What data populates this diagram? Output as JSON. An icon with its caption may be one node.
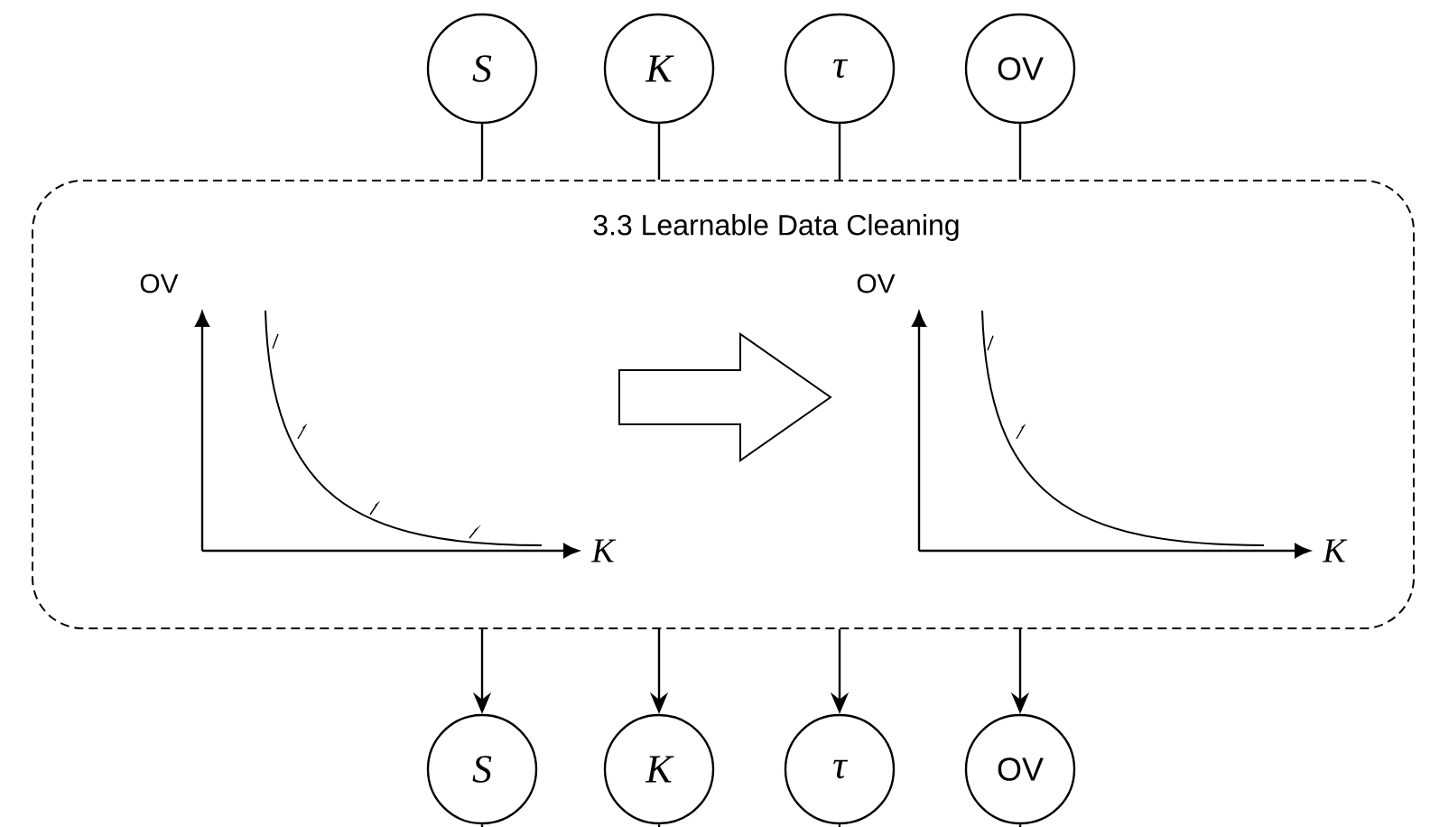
{
  "diagram": {
    "nodes": [
      {
        "text": [
          "S"
        ]
      },
      {
        "text": [
          "K"
        ]
      },
      {
        "text": [
          "τ"
        ]
      },
      {
        "text": [
          "OV"
        ]
      },
      {
        "text": [
          "3.3 Learnable Data Cleaning"
        ]
      },
      {
        "text": [
          "S"
        ]
      },
      {
        "text": [
          "K"
        ]
      },
      {
        "text": [
          "τ"
        ]
      },
      {
        "text": [
          "OV"
        ]
      }
    ],
    "edges": [
      {
        "from": 0,
        "to": 4,
        "arrow": "none"
      },
      {
        "from": 1,
        "to": 4,
        "arrow": "none"
      },
      {
        "from": 2,
        "to": 4,
        "arrow": "none"
      },
      {
        "from": 3,
        "to": 4,
        "arrow": "none"
      },
      {
        "from": 4,
        "to": 5,
        "arrow": "to"
      },
      {
        "from": 4,
        "to": 6,
        "arrow": "to"
      },
      {
        "from": 4,
        "to": 7,
        "arrow": "to"
      },
      {
        "from": 4,
        "to": 8,
        "arrow": "to"
      },
      {
        "from": 5,
        "to": null,
        "arrow": "none"
      },
      {
        "from": 6,
        "to": null,
        "arrow": "none"
      },
      {
        "from": 7,
        "to": null,
        "arrow": "none"
      },
      {
        "from": 8,
        "to": null,
        "arrow": "none"
      }
    ],
    "labels": [
      "OV",
      "K",
      "OV",
      "K"
    ]
  }
}
